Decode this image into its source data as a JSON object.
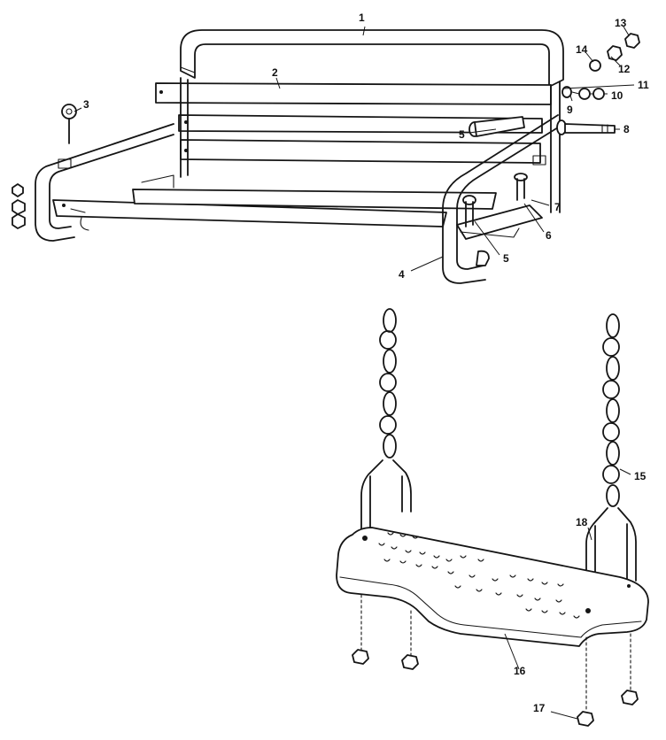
{
  "parts": [
    {
      "id": "1",
      "label": "1"
    },
    {
      "id": "2",
      "label": "2"
    },
    {
      "id": "3",
      "label": "3"
    },
    {
      "id": "4",
      "label": "4"
    },
    {
      "id": "5a",
      "label": "5"
    },
    {
      "id": "5b",
      "label": "5"
    },
    {
      "id": "6",
      "label": "6"
    },
    {
      "id": "7",
      "label": "7"
    },
    {
      "id": "8",
      "label": "8"
    },
    {
      "id": "9",
      "label": "9"
    },
    {
      "id": "10",
      "label": "10"
    },
    {
      "id": "11",
      "label": "11"
    },
    {
      "id": "12",
      "label": "12"
    },
    {
      "id": "13",
      "label": "13"
    },
    {
      "id": "14",
      "label": "14"
    },
    {
      "id": "15",
      "label": "15"
    },
    {
      "id": "16",
      "label": "16"
    },
    {
      "id": "17",
      "label": "17"
    },
    {
      "id": "18",
      "label": "18"
    }
  ]
}
